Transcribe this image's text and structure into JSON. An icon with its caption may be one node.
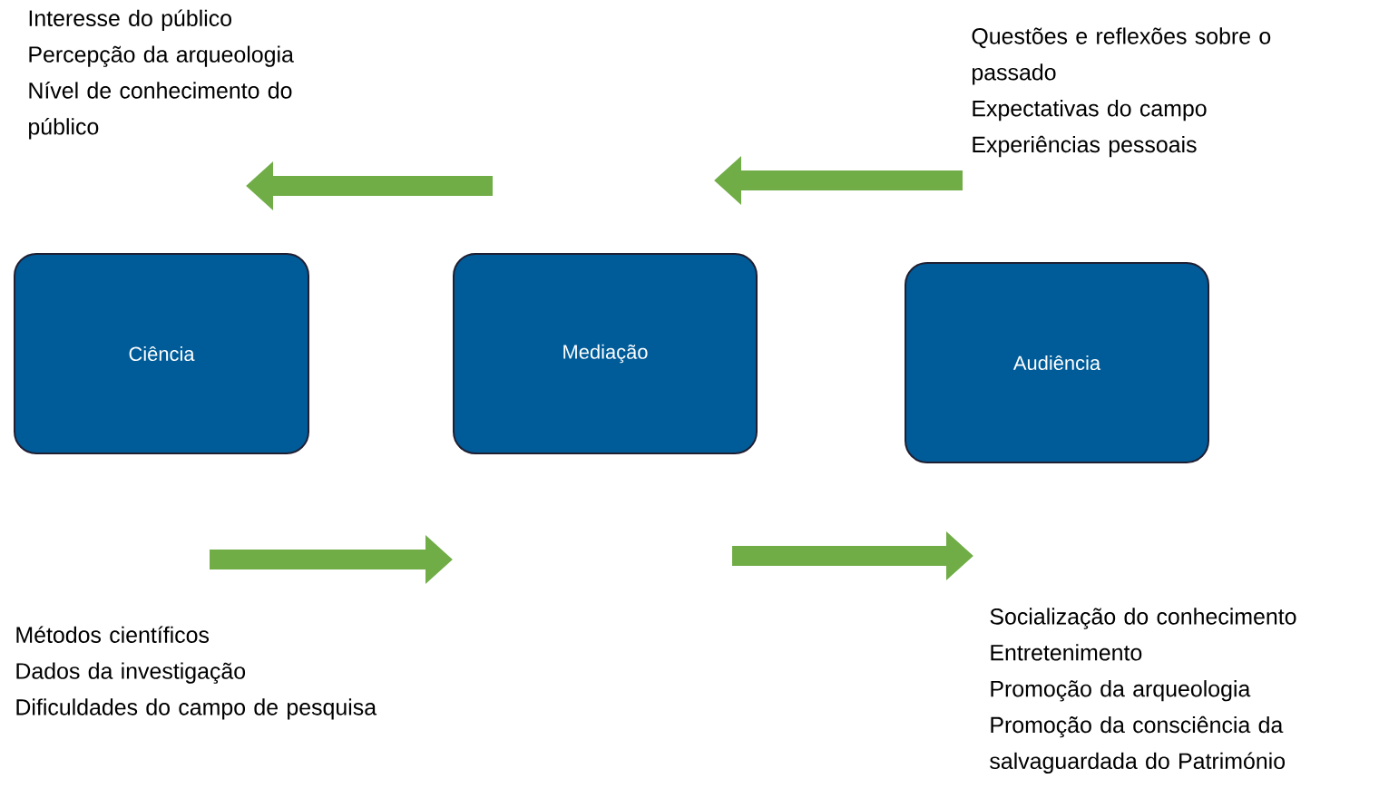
{
  "diagram": {
    "nodes": [
      {
        "text": [
          "Ciência"
        ]
      },
      {
        "text": [
          "Mediação"
        ]
      },
      {
        "text": [
          "Audiência"
        ]
      }
    ],
    "edges": [
      {
        "from": 1,
        "to": 0,
        "arrow": "to"
      },
      {
        "from": 2,
        "to": 1,
        "arrow": "to"
      },
      {
        "from": 0,
        "to": 1,
        "arrow": "to"
      },
      {
        "from": 1,
        "to": 2,
        "arrow": "to"
      }
    ],
    "labels": [
      "Interesse do público",
      "Percepção da arqueologia",
      "Nível de conhecimento do público",
      "Questões e reflexões sobre o passado",
      "Expectativas do campo",
      "Experiências pessoais",
      "Métodos científicos",
      "Dados da investigação",
      "Dificuldades do campo de pesquisa",
      "Socialização do conhecimento",
      "Entretenimento",
      "Promoção da arqueologia",
      "Promoção da consciência da salvaguardada do Património"
    ]
  }
}
